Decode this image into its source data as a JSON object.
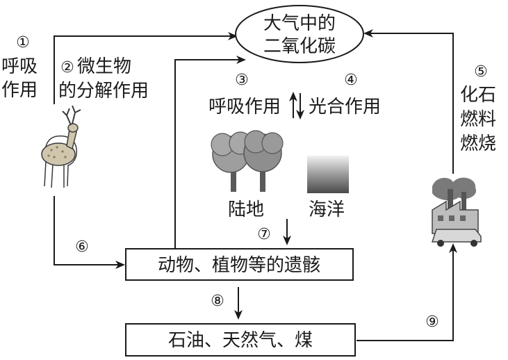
{
  "nodes": {
    "atmosphere_line1": "大气中的",
    "atmosphere_line2": "二氧化碳",
    "remains": "动物、植物等的遗骸",
    "fossil": "石油、天然气、煤",
    "land": "陆地",
    "ocean": "海洋"
  },
  "markers": {
    "m1": "①",
    "m2": "②",
    "m3": "③",
    "m4": "④",
    "m5": "⑤",
    "m6": "⑥",
    "m7": "⑦",
    "m8": "⑧",
    "m9": "⑨"
  },
  "processes": {
    "p1_line1": "呼吸",
    "p1_line2": "作用",
    "p2_line1": "微生物",
    "p2_line2": "的分解作用",
    "p3": "呼吸作用",
    "p4": "光合作用",
    "p5_line1": "化石",
    "p5_line2": "燃料",
    "p5_line3": "燃烧"
  },
  "icons": [
    "deer-icon",
    "trees-icon",
    "ocean-gradient-icon",
    "factory-car-icon"
  ]
}
